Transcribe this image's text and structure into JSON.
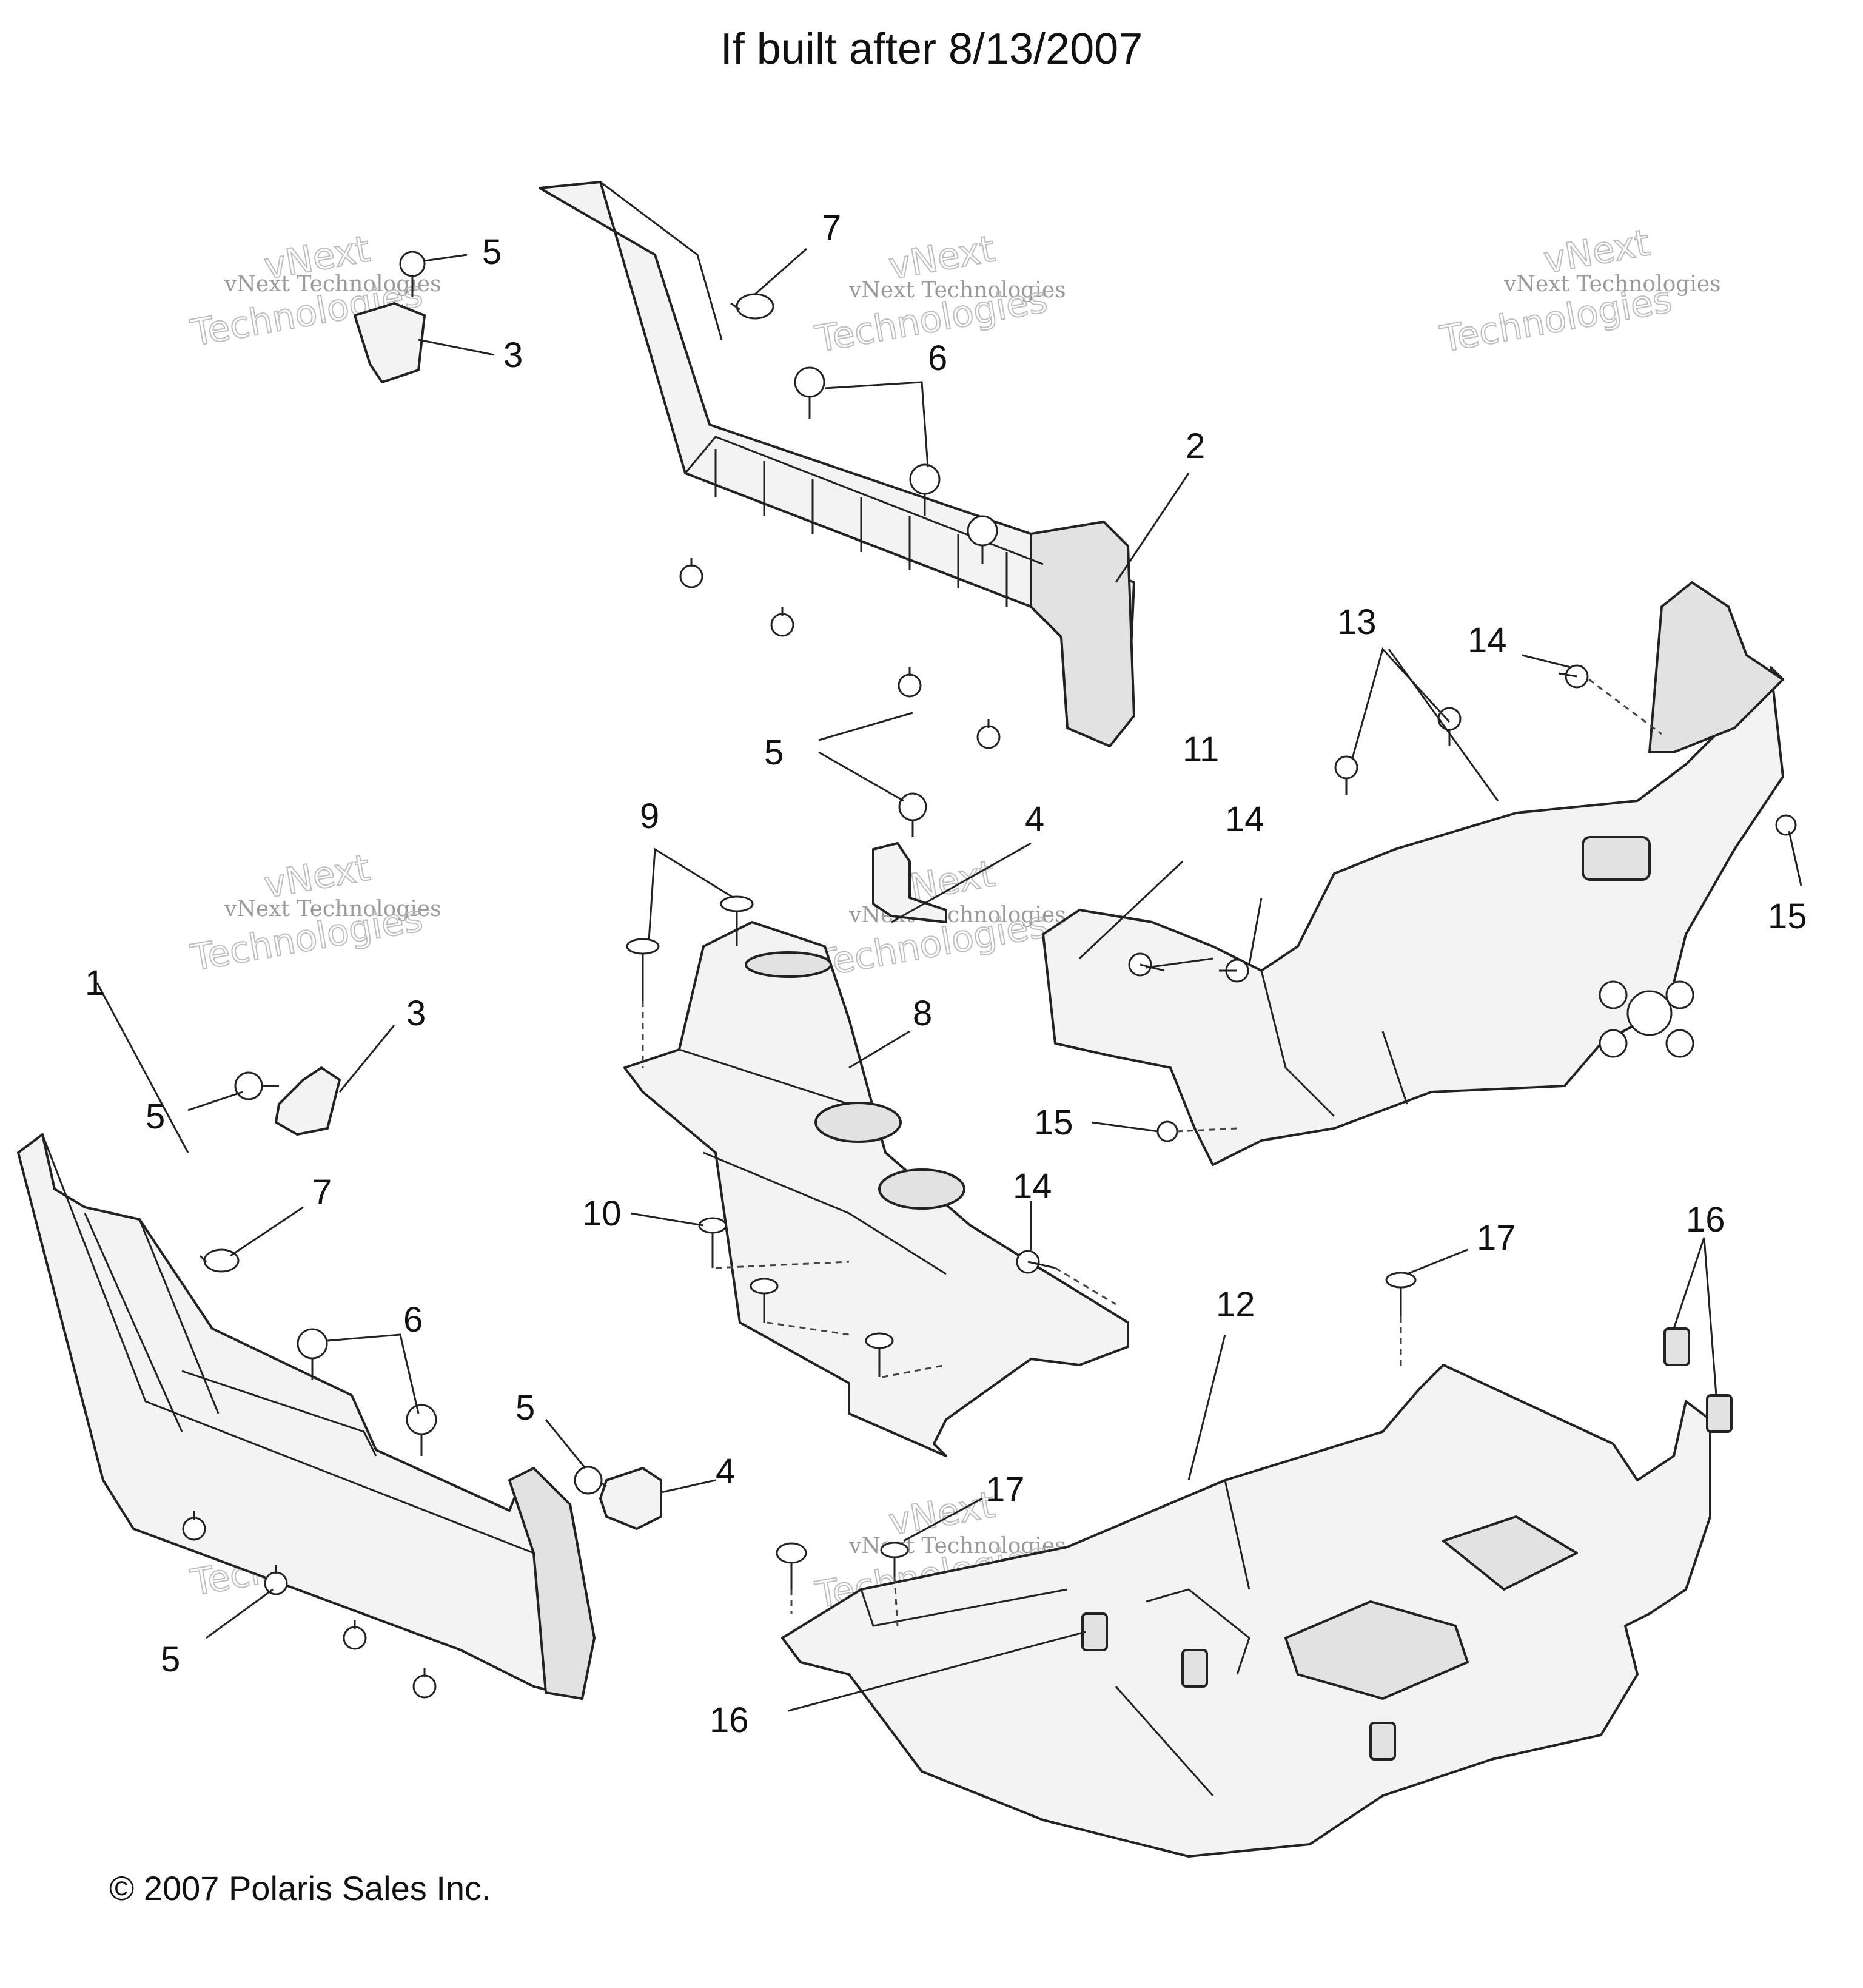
{
  "header": {
    "title": "If built after 8/13/2007"
  },
  "footer": {
    "copyright": "© 2007 Polaris Sales Inc."
  },
  "watermark": {
    "line1": "vNext Technologies",
    "line2": "vNext",
    "line3": "Technologies"
  },
  "callouts": [
    "1",
    "2",
    "3",
    "4",
    "5",
    "6",
    "7",
    "8",
    "9",
    "10",
    "11",
    "12",
    "13",
    "14",
    "15",
    "16",
    "17"
  ]
}
